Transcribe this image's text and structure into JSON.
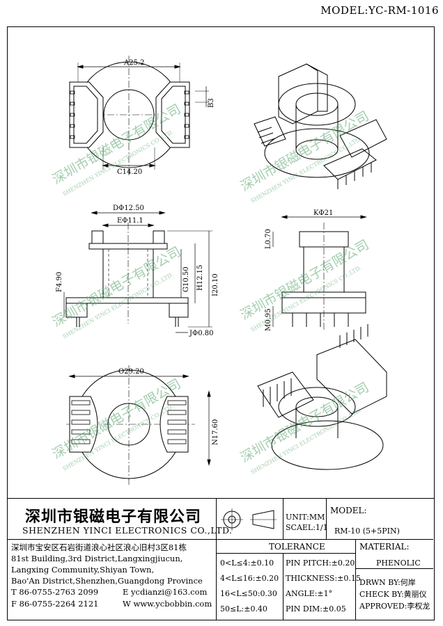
{
  "header": {
    "model_label": "MODEL:YC-RM-1016"
  },
  "dimensions": {
    "a": "A25.2",
    "b": "B3",
    "c": "C14.20",
    "d": "DΦ12.50",
    "e": "EΦ11.1",
    "f": "F4.90",
    "g": "G10.50",
    "h": "H12.15",
    "i": "I20.10",
    "j": "JΦ0.80",
    "k": "KΦ21",
    "l": "L0.70",
    "m": "M0.95",
    "o": "O29.20",
    "n": "N17.60"
  },
  "watermark": {
    "cn": "深圳市银磁电子有限公司",
    "en": "SHENZHEN YINCI ELECTRONICS CO.,LTD."
  },
  "title_block": {
    "company_cn": "深圳市银磁电子有限公司",
    "company_en": "SHENZHEN YINCI ELECTRONICS CO.,LTD.",
    "address_lines": [
      "深圳市宝安区石岩街道浪心社区浪心旧村3区81栋",
      "81st Building,3rd District,Langxingjiucun,",
      "Langxing Community,Shiyan Town,",
      "Bao'An District,Shenzhen,Guangdong Province"
    ],
    "phone": "T 86-0755-2763 2099",
    "email": "E ycdianzi@163.com",
    "fax": "F 86-0755-2264 2121",
    "web": "W www.ycbobbin.com",
    "unit": "UNIT:MM",
    "scale": "SCAEL:1/1",
    "model_label": "MODEL:",
    "model_value": "RM-10 (5+5PIN)",
    "tolerance_title": "TOLERANCE",
    "tol_left": [
      "0<L≤4:±0.10",
      "4<L≤16:±0.20",
      "16<L≤50:0.30",
      "50≤L:±0.40"
    ],
    "tol_right": [
      "PIN PITCH:±0.20",
      "THICKNESS:±0.15",
      "ANGLE:±1°",
      "PIN DIM:±0.05"
    ],
    "material_label": "MATERIAL:",
    "material_value": "PHENOLIC",
    "drawn_by": "DRWN BY:何岸",
    "check_by": "CHECK BY:黄丽仪",
    "approved": "APPROVED:李权龙"
  }
}
